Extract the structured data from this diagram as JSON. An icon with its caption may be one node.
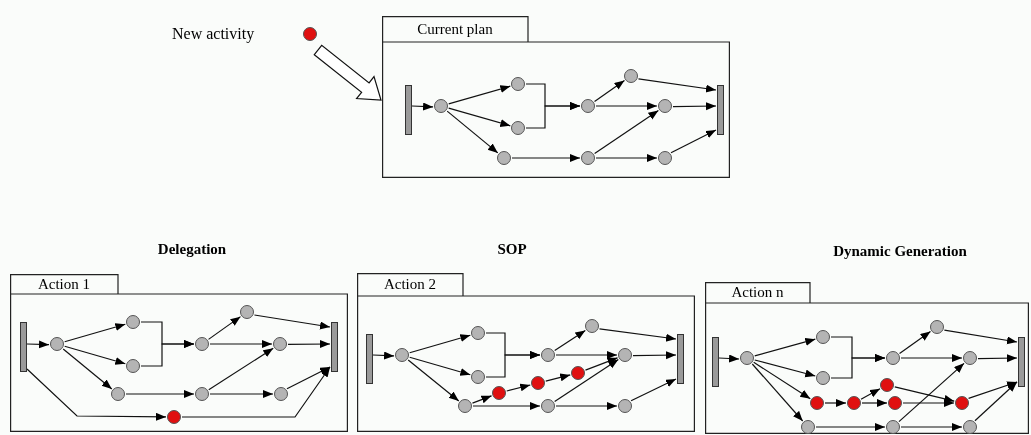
{
  "diagram": {
    "nodes": [
      {
        "text": [
          "New activity"
        ]
      },
      {
        "text": [],
        "shape": "circle"
      },
      {
        "text": [
          "Current plan"
        ]
      },
      {
        "text": [],
        "shape": "bar",
        "in": 2
      },
      {
        "text": [],
        "shape": "circle",
        "in": 2
      },
      {
        "text": [],
        "shape": "circle",
        "in": 2
      },
      {
        "text": [],
        "shape": "circle",
        "in": 2
      },
      {
        "text": [],
        "shape": "circle",
        "in": 2
      },
      {
        "text": [],
        "shape": "circle",
        "in": 2
      },
      {
        "text": [],
        "shape": "circle",
        "in": 2
      },
      {
        "text": [],
        "shape": "circle",
        "in": 2
      },
      {
        "text": [],
        "shape": "circle",
        "in": 2
      },
      {
        "text": [],
        "shape": "circle",
        "in": 2
      },
      {
        "text": [],
        "shape": "bar",
        "in": 2
      },
      {
        "text": [
          "Action 1"
        ]
      },
      {
        "text": [],
        "shape": "bar",
        "in": 14
      },
      {
        "text": [],
        "shape": "circle",
        "in": 14
      },
      {
        "text": [],
        "shape": "circle",
        "in": 14
      },
      {
        "text": [],
        "shape": "circle",
        "in": 14
      },
      {
        "text": [],
        "shape": "circle",
        "in": 14
      },
      {
        "text": [],
        "shape": "circle",
        "in": 14
      },
      {
        "text": [],
        "shape": "circle",
        "in": 14
      },
      {
        "text": [],
        "shape": "circle",
        "in": 14
      },
      {
        "text": [],
        "shape": "circle",
        "in": 14
      },
      {
        "text": [],
        "shape": "circle",
        "in": 14
      },
      {
        "text": [],
        "shape": "bar",
        "in": 14
      },
      {
        "text": [],
        "shape": "circle",
        "in": 14
      },
      {
        "text": [
          "Action 2"
        ]
      },
      {
        "text": [],
        "shape": "bar",
        "in": 27
      },
      {
        "text": [],
        "shape": "circle",
        "in": 27
      },
      {
        "text": [],
        "shape": "circle",
        "in": 27
      },
      {
        "text": [],
        "shape": "circle",
        "in": 27
      },
      {
        "text": [],
        "shape": "circle",
        "in": 27
      },
      {
        "text": [],
        "shape": "circle",
        "in": 27
      },
      {
        "text": [],
        "shape": "circle",
        "in": 27
      },
      {
        "text": [],
        "shape": "circle",
        "in": 27
      },
      {
        "text": [],
        "shape": "circle",
        "in": 27
      },
      {
        "text": [],
        "shape": "circle",
        "in": 27
      },
      {
        "text": [],
        "shape": "bar",
        "in": 27
      },
      {
        "text": [],
        "shape": "circle",
        "in": 27
      },
      {
        "text": [],
        "shape": "circle",
        "in": 27
      },
      {
        "text": [],
        "shape": "circle",
        "in": 27
      },
      {
        "text": [
          "Action n"
        ]
      },
      {
        "text": [],
        "shape": "bar",
        "in": 42
      },
      {
        "text": [],
        "shape": "circle",
        "in": 42
      },
      {
        "text": [],
        "shape": "circle",
        "in": 42
      },
      {
        "text": [],
        "shape": "circle",
        "in": 42
      },
      {
        "text": [],
        "shape": "circle",
        "in": 42
      },
      {
        "text": [],
        "shape": "circle",
        "in": 42
      },
      {
        "text": [],
        "shape": "circle",
        "in": 42
      },
      {
        "text": [],
        "shape": "circle",
        "in": 42
      },
      {
        "text": [],
        "shape": "circle",
        "in": 42
      },
      {
        "text": [],
        "shape": "circle",
        "in": 42
      },
      {
        "text": [],
        "shape": "bar",
        "in": 42
      },
      {
        "text": [],
        "shape": "circle",
        "in": 42
      },
      {
        "text": [],
        "shape": "circle",
        "in": 42
      },
      {
        "text": [],
        "shape": "circle",
        "in": 42
      },
      {
        "text": [],
        "shape": "circle",
        "in": 42
      },
      {
        "text": [],
        "shape": "circle",
        "in": 42
      }
    ],
    "edges": [
      {
        "from": 1,
        "to": 2,
        "arrow": "to",
        "style": "thick"
      },
      {
        "from": 3,
        "to": 4,
        "arrow": "to"
      },
      {
        "from": 4,
        "to": 5,
        "arrow": "to"
      },
      {
        "from": 4,
        "to": 6,
        "arrow": "to"
      },
      {
        "from": 4,
        "to": 7,
        "arrow": "to"
      },
      {
        "from": 5,
        "to": 8,
        "arrow": "to"
      },
      {
        "from": 6,
        "to": 8,
        "arrow": "to"
      },
      {
        "from": 8,
        "to": 9,
        "arrow": "to"
      },
      {
        "from": 8,
        "to": 10,
        "arrow": "to"
      },
      {
        "from": 9,
        "to": 13,
        "arrow": "to"
      },
      {
        "from": 10,
        "to": 13,
        "arrow": "to"
      },
      {
        "from": 7,
        "to": 11,
        "arrow": "to"
      },
      {
        "from": 11,
        "to": 10,
        "arrow": "to"
      },
      {
        "from": 11,
        "to": 12,
        "arrow": "to"
      },
      {
        "from": 12,
        "to": 13,
        "arrow": "to"
      },
      {
        "from": 15,
        "to": 16,
        "arrow": "to"
      },
      {
        "from": 16,
        "to": 17,
        "arrow": "to"
      },
      {
        "from": 16,
        "to": 18,
        "arrow": "to"
      },
      {
        "from": 16,
        "to": 19,
        "arrow": "to"
      },
      {
        "from": 17,
        "to": 20,
        "arrow": "to"
      },
      {
        "from": 18,
        "to": 20,
        "arrow": "to"
      },
      {
        "from": 20,
        "to": 21,
        "arrow": "to"
      },
      {
        "from": 20,
        "to": 22,
        "arrow": "to"
      },
      {
        "from": 21,
        "to": 25,
        "arrow": "to"
      },
      {
        "from": 22,
        "to": 25,
        "arrow": "to"
      },
      {
        "from": 19,
        "to": 23,
        "arrow": "to"
      },
      {
        "from": 23,
        "to": 22,
        "arrow": "to"
      },
      {
        "from": 23,
        "to": 24,
        "arrow": "to"
      },
      {
        "from": 24,
        "to": 25,
        "arrow": "to"
      },
      {
        "from": 15,
        "to": 26,
        "arrow": "to"
      },
      {
        "from": 26,
        "to": 25,
        "arrow": "to"
      },
      {
        "from": 28,
        "to": 29,
        "arrow": "to"
      },
      {
        "from": 29,
        "to": 30,
        "arrow": "to"
      },
      {
        "from": 29,
        "to": 31,
        "arrow": "to"
      },
      {
        "from": 29,
        "to": 32,
        "arrow": "to"
      },
      {
        "from": 30,
        "to": 33,
        "arrow": "to"
      },
      {
        "from": 31,
        "to": 33,
        "arrow": "to"
      },
      {
        "from": 33,
        "to": 34,
        "arrow": "to"
      },
      {
        "from": 33,
        "to": 35,
        "arrow": "to"
      },
      {
        "from": 34,
        "to": 38,
        "arrow": "to"
      },
      {
        "from": 35,
        "to": 38,
        "arrow": "to"
      },
      {
        "from": 32,
        "to": 36,
        "arrow": "to"
      },
      {
        "from": 36,
        "to": 35,
        "arrow": "to"
      },
      {
        "from": 36,
        "to": 37,
        "arrow": "to"
      },
      {
        "from": 37,
        "to": 38,
        "arrow": "to"
      },
      {
        "from": 32,
        "to": 39,
        "arrow": "to"
      },
      {
        "from": 39,
        "to": 40,
        "arrow": "to"
      },
      {
        "from": 40,
        "to": 41,
        "arrow": "to"
      },
      {
        "from": 41,
        "to": 35,
        "arrow": "to"
      },
      {
        "from": 43,
        "to": 44,
        "arrow": "to"
      },
      {
        "from": 44,
        "to": 45,
        "arrow": "to"
      },
      {
        "from": 44,
        "to": 46,
        "arrow": "to"
      },
      {
        "from": 44,
        "to": 47,
        "arrow": "to"
      },
      {
        "from": 45,
        "to": 48,
        "arrow": "to"
      },
      {
        "from": 46,
        "to": 48,
        "arrow": "to"
      },
      {
        "from": 48,
        "to": 49,
        "arrow": "to"
      },
      {
        "from": 48,
        "to": 50,
        "arrow": "to"
      },
      {
        "from": 49,
        "to": 53,
        "arrow": "to"
      },
      {
        "from": 50,
        "to": 53,
        "arrow": "to"
      },
      {
        "from": 47,
        "to": 51,
        "arrow": "to"
      },
      {
        "from": 51,
        "to": 50,
        "arrow": "to"
      },
      {
        "from": 51,
        "to": 52,
        "arrow": "to"
      },
      {
        "from": 52,
        "to": 53,
        "arrow": "to"
      },
      {
        "from": 44,
        "to": 54,
        "arrow": "to"
      },
      {
        "from": 54,
        "to": 55,
        "arrow": "to"
      },
      {
        "from": 55,
        "to": 56,
        "arrow": "to"
      },
      {
        "from": 55,
        "to": 57,
        "arrow": "to"
      },
      {
        "from": 56,
        "to": 58,
        "arrow": "to"
      },
      {
        "from": 57,
        "to": 58,
        "arrow": "to"
      },
      {
        "from": 58,
        "to": 53,
        "arrow": "to"
      }
    ],
    "labels": [
      "Delegation",
      "SOP",
      "Dynamic Generation"
    ]
  }
}
